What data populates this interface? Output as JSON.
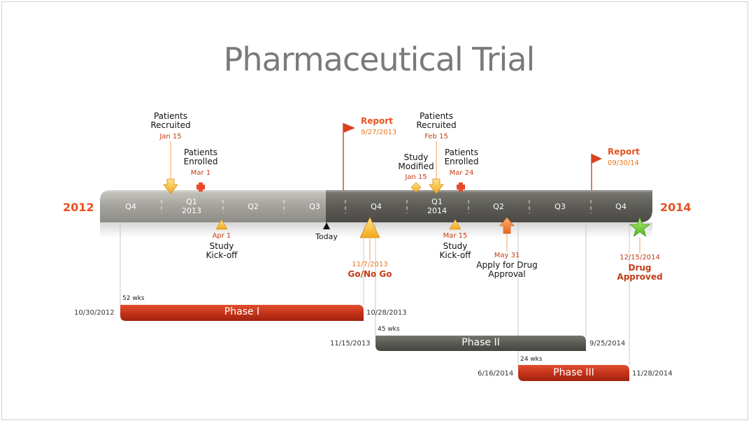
{
  "title": "Pharmaceutical Trial",
  "years": {
    "start": "2012",
    "end": "2014"
  },
  "colors": {
    "accent": "#e8511f",
    "phase_red": "#c5331a",
    "phase_gray": "#5b5b55",
    "star": "#6fd22b"
  },
  "quarters": [
    {
      "label": "Q4"
    },
    {
      "label": "Q1",
      "sub": "2013"
    },
    {
      "label": "Q2"
    },
    {
      "label": "Q3"
    },
    {
      "label": "Q4"
    },
    {
      "label": "Q1",
      "sub": "2014"
    },
    {
      "label": "Q2"
    },
    {
      "label": "Q3"
    },
    {
      "label": "Q4"
    }
  ],
  "today_label": "Today",
  "milestones_above": [
    {
      "label_lines": [
        "Patients",
        "Recruited"
      ],
      "date": "Jan 15",
      "icon": "arrow-down-icon"
    },
    {
      "label_lines": [
        "Patients",
        "Enrolled"
      ],
      "date": "Mar 1",
      "icon": "plus-icon"
    },
    {
      "label_lines": [
        "Study",
        "Modified"
      ],
      "date": "Jan 15",
      "icon": "diamond-icon"
    },
    {
      "label_lines": [
        "Patients",
        "Recruited"
      ],
      "date": "Feb 15",
      "icon": "arrow-down-icon"
    },
    {
      "label_lines": [
        "Patients",
        "Enrolled"
      ],
      "date": "Mar 24",
      "icon": "plus-icon"
    }
  ],
  "reports": [
    {
      "label": "Report",
      "date": "9/27/2013",
      "icon": "flag-icon"
    },
    {
      "label": "Report",
      "date": "09/30/14",
      "icon": "flag-icon"
    }
  ],
  "milestones_below": [
    {
      "label_lines": [
        "Study",
        "Kick-off"
      ],
      "date": "Apr 1",
      "icon": "triangle-icon"
    },
    {
      "label_lines": [
        "Study",
        "Kick-off"
      ],
      "date": "Mar 15",
      "icon": "triangle-icon"
    },
    {
      "label_lines": [
        "Apply for Drug",
        "Approval"
      ],
      "date": "May 31",
      "icon": "arrow-up-icon"
    }
  ],
  "highlights": [
    {
      "date": "11/7/2013",
      "label_lines": [
        "Go/No Go"
      ],
      "icon": "large-triangle-icon"
    },
    {
      "date": "12/15/2014",
      "label_lines": [
        "Drug",
        "Approved"
      ],
      "icon": "star-icon"
    }
  ],
  "phases": [
    {
      "name": "Phase I",
      "duration": "52 wks",
      "start": "10/30/2012",
      "end": "10/28/2013"
    },
    {
      "name": "Phase II",
      "duration": "45 wks",
      "start": "11/15/2013",
      "end": "9/25/2014"
    },
    {
      "name": "Phase III",
      "duration": "24 wks",
      "start": "6/16/2014",
      "end": "11/28/2014"
    }
  ]
}
